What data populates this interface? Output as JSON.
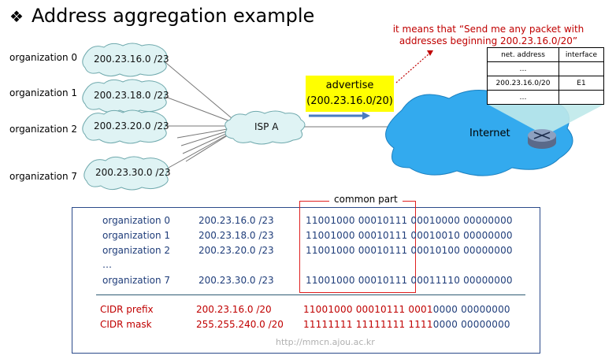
{
  "title": "Address aggregation example",
  "title_bullet": "❖",
  "organizations": [
    {
      "label": "organization 0",
      "prefix": "200.23.16.0 /23"
    },
    {
      "label": "organization 1",
      "prefix": "200.23.18.0 /23"
    },
    {
      "label": "organization 2",
      "prefix": "200.23.20.0 /23"
    },
    {
      "label": "organization 7",
      "prefix": "200.23.30.0 /23"
    }
  ],
  "isp_label": "ISP A",
  "advertise": {
    "line1": "advertise",
    "line2": "(200.23.16.0/20)"
  },
  "note": "it means that “Send me any packet with addresses beginning 200.23.16.0/20”",
  "routing_table": {
    "headers": [
      "net. address",
      "interface"
    ],
    "rows": [
      [
        "…",
        ""
      ],
      [
        "200.23.16.0/20",
        "E1"
      ],
      [
        "…",
        ""
      ]
    ]
  },
  "internet_label": "Internet",
  "common_part_label": "common part",
  "binary_rows": [
    {
      "org": "organization 0",
      "prefix": "200.23.16.0 /23",
      "bits": "11001000 00010111 00010000 00000000"
    },
    {
      "org": "organization 1",
      "prefix": "200.23.18.0 /23",
      "bits": "11001000 00010111 00010010 00000000"
    },
    {
      "org": "organization 2",
      "prefix": "200.23.20.0 /23",
      "bits": "11001000 00010111 00010100 00000000"
    },
    {
      "org": "…",
      "prefix": "",
      "bits": ""
    },
    {
      "org": "organization 7",
      "prefix": "200.23.30.0 /23",
      "bits": "11001000 00010111 00011110 00000000"
    }
  ],
  "cidr_rows": [
    {
      "label": "CIDR prefix",
      "value": "200.23.16.0 /20",
      "bits_red": "11001000 00010111 0001",
      "bits_rest": "0000 00000000"
    },
    {
      "label": "CIDR mask",
      "value": "255.255.240.0 /20",
      "bits_red": "11111111 11111111 1111",
      "bits_rest": "0000 00000000"
    }
  ],
  "footer": "http://mmcn.ajou.ac.kr",
  "colors": {
    "cloud": "#dff3f4",
    "internet": "#33aaee",
    "accent_red": "#c00000",
    "text_blue": "#1f3d7a",
    "highlight": "#ffff00"
  }
}
